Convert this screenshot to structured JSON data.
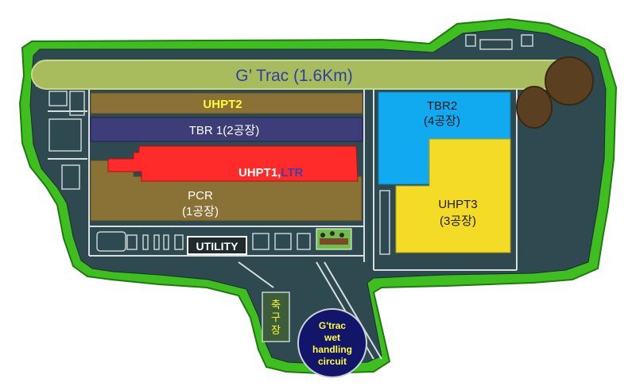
{
  "map": {
    "track_label": "G’ Trac (1.6Km)",
    "buildings": {
      "uhpt2": "UHPT2",
      "tbr1": "TBR 1(2공장)",
      "uhpt1_ltr_prefix": "UHPT1,",
      "uhpt1_ltr_suffix": "LTR",
      "pcr_line1": "PCR",
      "pcr_line2": "(1공장)",
      "tbr2_line1": "TBR2",
      "tbr2_line2": "(4공장)",
      "uhpt3_line1": "UHPT3",
      "uhpt3_line2": "(3공장)",
      "utility": "UTILITY",
      "field_label": [
        "축",
        "구",
        "장"
      ]
    },
    "wet_circuit": {
      "line1": "G'trac",
      "line2": "wet",
      "line3": "handling",
      "line4": "circuit"
    }
  },
  "colors": {
    "grass": "#3fbf1f",
    "grass_dark": "#1f7a10",
    "site_base": "#2e4a50",
    "track": "#a8bc5e",
    "uhpt2": "#8a7236",
    "tbr1": "#3d3d7a",
    "uhpt1": "#ff2a2a",
    "pcr": "#8a7236",
    "tbr2": "#11aaf0",
    "uhpt3": "#f4dc26",
    "uhpt2_text": "#ffff33",
    "ltr_text": "#4a3aa8",
    "circuit_fill": "#12156a"
  }
}
